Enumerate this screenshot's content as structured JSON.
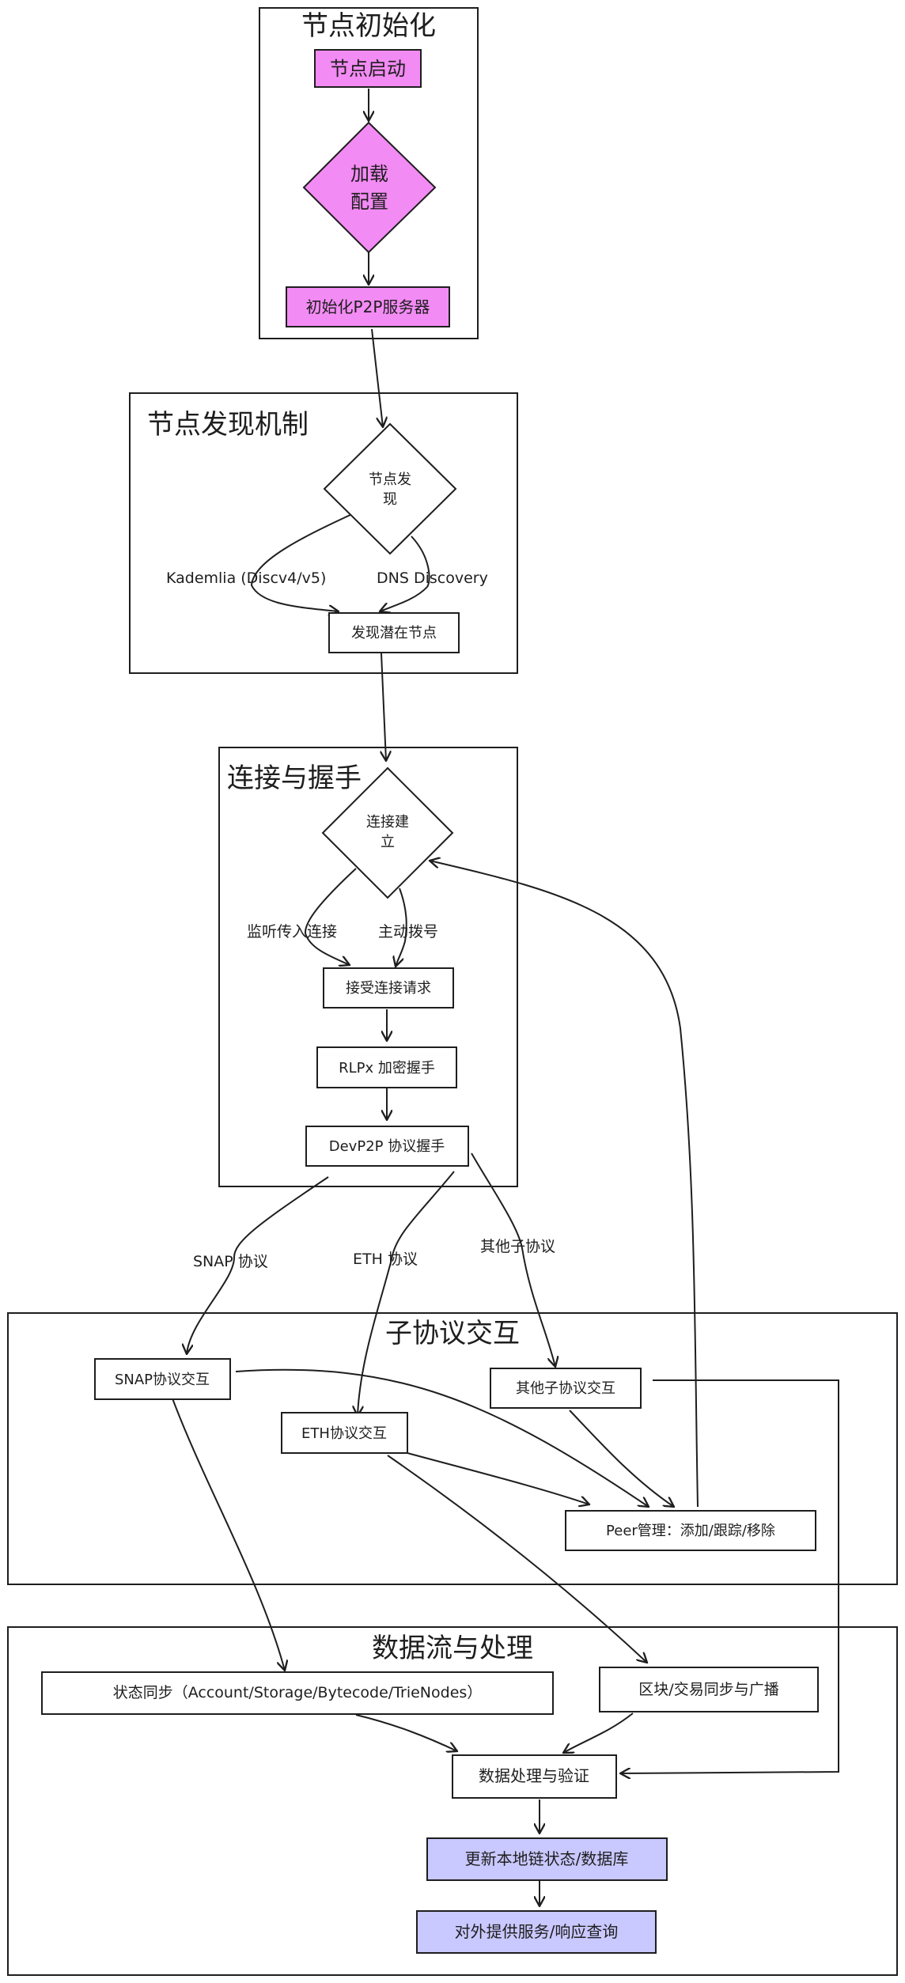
{
  "colors": {
    "stroke": "#1e1e1e",
    "pink": "#f38bf4",
    "lavender": "#c9c8ff",
    "white": "#ffffff"
  },
  "groups": {
    "init": "节点初始化",
    "discovery": "节点发现机制",
    "connect": "连接与握手",
    "subproto": "子协议交互",
    "dataflow": "数据流与处理"
  },
  "nodes": {
    "start": "节点启动",
    "load_config_1": "加载",
    "load_config_2": "配置",
    "init_p2p": "初始化P2P服务器",
    "discovery_1": "节点发",
    "discovery_2": "现",
    "found_peers": "发现潜在节点",
    "conn_1": "连接建",
    "conn_2": "立",
    "accept": "接受连接请求",
    "rlpx": "RLPx 加密握手",
    "devp2p": "DevP2P 协议握手",
    "snap_inter": "SNAP协议交互",
    "eth_inter": "ETH协议交互",
    "other_inter": "其他子协议交互",
    "peer_mgmt": "Peer管理：添加/跟踪/移除",
    "state_sync": "状态同步（Account/Storage/Bytecode/TrieNodes）",
    "block_sync": "区块/交易同步与广播",
    "process": "数据处理与验证",
    "update_db": "更新本地链状态/数据库",
    "serve": "对外提供服务/响应查询"
  },
  "edge_labels": {
    "kademlia": "Kademlia (Discv4/v5)",
    "dns": "DNS Discovery",
    "listen": "监听传入连接",
    "dial": "主动拨号",
    "snap": "SNAP 协议",
    "eth": "ETH 协议",
    "other": "其他子协议"
  }
}
